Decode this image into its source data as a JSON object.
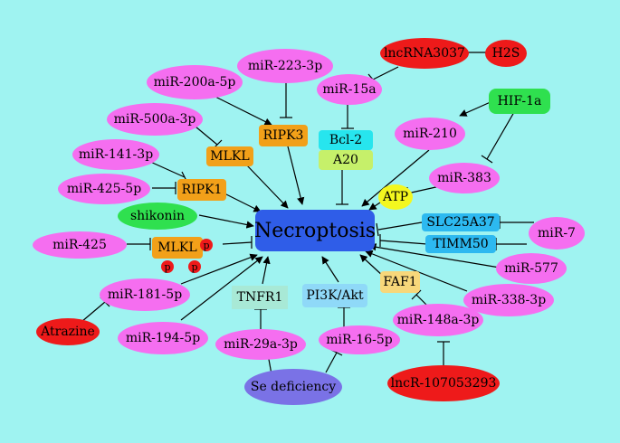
{
  "center": "Necroptosis",
  "nodes": {
    "lncrna3037": "lncRNA3037",
    "h2s": "H2S",
    "mir223": "miR-223-3p",
    "mir200a": "miR-200a-5p",
    "mir15a": "miR-15a",
    "hif1a": "HIF-1a",
    "mir500a": "miR-500a-3p",
    "ripk3": "RIPK3",
    "bcl2": "Bcl-2",
    "mir210": "miR-210",
    "mir141": "miR-141-3p",
    "mlkl1": "MLKL",
    "a20": "A20",
    "mir383": "miR-383",
    "mir425_5p": "miR-425-5p",
    "ripk1": "RIPK1",
    "atp": "ATP",
    "shikonin": "shikonin",
    "slc25a37": "SLC25A37",
    "mir7": "miR-7",
    "mir425": "miR-425",
    "mlkl2": "MLKL",
    "timm50": "TIMM50",
    "mir577": "miR-577",
    "mir181": "miR-181-5p",
    "tnfr1": "TNFR1",
    "pi3k": "PI3K/Akt",
    "faf1": "FAF1",
    "mir338": "miR-338-3p",
    "atrazine": "Atrazine",
    "mir194": "miR-194-5p",
    "mir29a": "miR-29a-3p",
    "mir16": "miR-16-5p",
    "mir148a": "miR-148a-3p",
    "se": "Se deficiency",
    "lncr107": "lncR-107053293"
  },
  "phospho_label": "p",
  "colors": {
    "background": "#9ff3f1",
    "mirna": "#f56ef0",
    "center": "#2f5de8",
    "protein_orange": "#f2a019",
    "toxin_red": "#ee1a1a",
    "hif_green": "#2fe04f",
    "se_purple": "#7a72e6"
  }
}
